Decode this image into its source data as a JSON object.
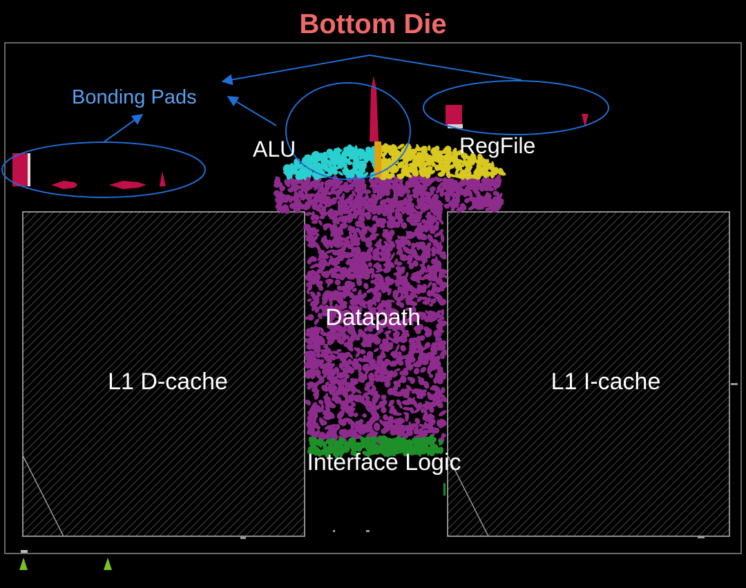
{
  "title": "Bottom Die",
  "labels": {
    "bonding_pads": "Bonding Pads",
    "alu": "ALU",
    "regfile": "RegFile",
    "datapath": "Datapath",
    "l1_dcache": "L1 D-cache",
    "l1_icache": "L1 I-cache",
    "interface_logic": "Interface Logic"
  },
  "colors": {
    "background": "#000000",
    "title": "#f06a6a",
    "callout": "#1f6fd6",
    "callout_text": "#5aa0f0",
    "datapath_cells": "#8e2c8e",
    "alu_cells": "#2ad0d0",
    "regfile_cells": "#d8c820",
    "interface_cells": "#1f8f2a",
    "pads": "#c0104a",
    "cache_outline": "#bdbdbd",
    "markers": "#7ac020"
  },
  "icons": [
    "bonding-pad-marker",
    "green-triangle-marker"
  ]
}
